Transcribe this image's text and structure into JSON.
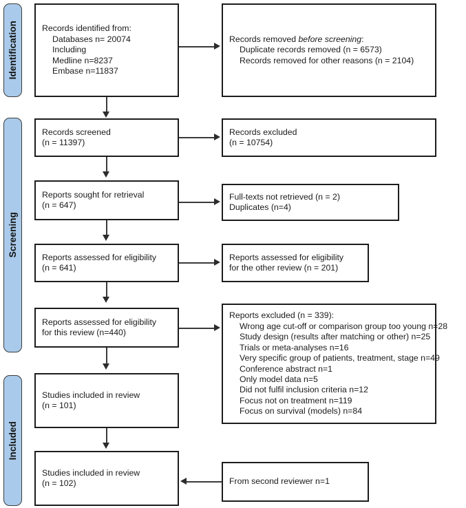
{
  "diagram": {
    "title": "PRISMA 2020 flow diagram",
    "accent_color": "#a9caea",
    "border_color": "#1c1c1c",
    "connector_color": "#3a3a3a"
  },
  "stages": [
    {
      "label": "Identification"
    },
    {
      "label": "Screening"
    },
    {
      "label": "Included"
    }
  ],
  "boxes": {
    "identified": {
      "l1": "Records identified from:",
      "l2": "Databases n= 20074",
      "l3": "Including",
      "l4": "Medline n=8237",
      "l5": "Embase n=11837"
    },
    "removed_before_screening": {
      "l1_pre": "Records removed ",
      "l1_italic": "before screening",
      "l1_post": ":",
      "l2": "Duplicate records removed (n = 6573)",
      "l3": "Records removed for other reasons (n = 2104)"
    },
    "records_screened": {
      "l1": "Records screened",
      "l2": "(n = 11397)"
    },
    "records_excluded": {
      "l1": "Records excluded",
      "l2": "(n = 10754)"
    },
    "reports_sought": {
      "l1": "Reports sought for retrieval",
      "l2": "(n = 647)"
    },
    "not_retrieved": {
      "l1": "Full-texts not retrieved (n = 2)",
      "l2": "Duplicates (n=4)"
    },
    "assessed_eligibility": {
      "l1": "Reports assessed for eligibility",
      "l2": "(n = 641)"
    },
    "assessed_other_review": {
      "l1": "Reports assessed for eligibility",
      "l2": "for the other review (n = 201)"
    },
    "assessed_this_review": {
      "l1": "Reports assessed for eligibility",
      "l2": "for this review (n=440)"
    },
    "reports_excluded": {
      "heading": "Reports excluded (n = 339):",
      "reasons": [
        "Wrong age cut-off or comparison group too young n=28",
        "Study design (results after matching or other) n=25",
        "Trials or meta-analyses n=16",
        "Very specific group of patients, treatment, stage n=49",
        "Conference abstract n=1",
        "Only model data n=5",
        "Did not fulfil inclusion criteria n=12",
        "Focus not on treatment n=119",
        "Focus on survival (models) n=84"
      ]
    },
    "included_101": {
      "l1": "Studies included in review",
      "l2": "(n = 101)"
    },
    "included_102": {
      "l1": "Studies included in review",
      "l2": "(n = 102)"
    },
    "second_reviewer": {
      "l1": "From second reviewer n=1"
    }
  }
}
